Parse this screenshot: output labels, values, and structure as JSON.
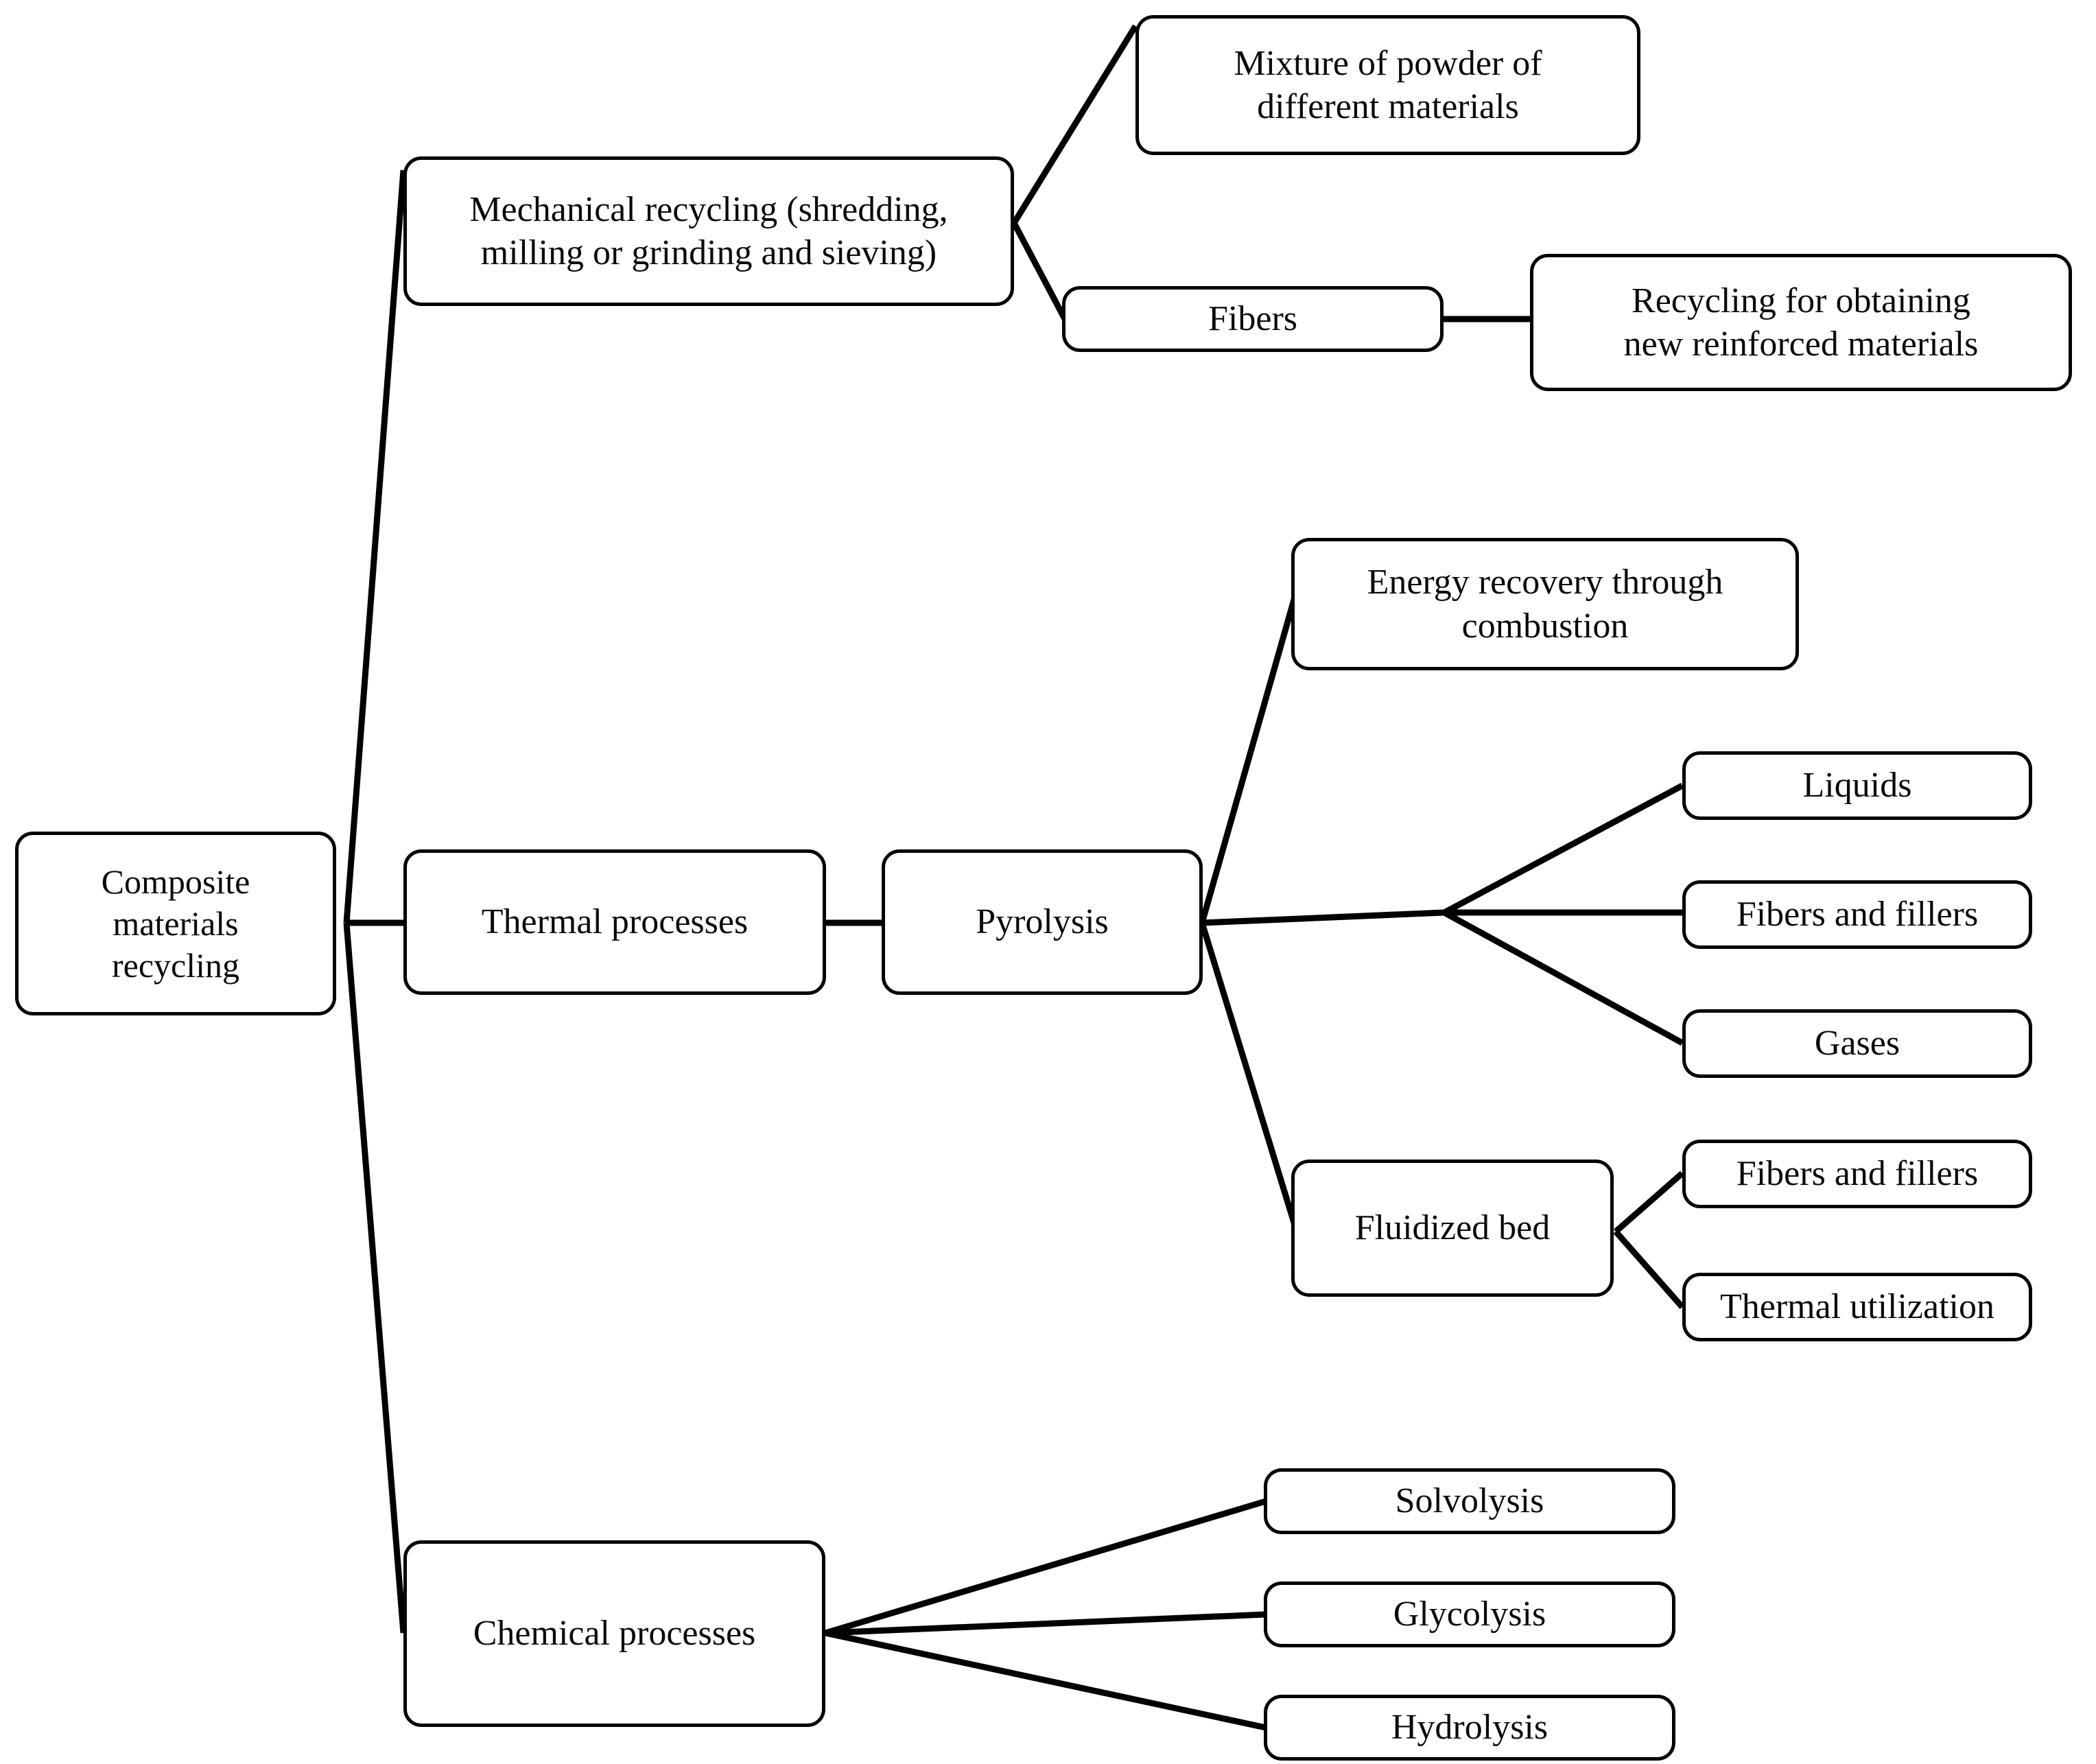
{
  "diagram": {
    "title": "Composite materials recycling",
    "type": "tree-flowchart",
    "style": {
      "box_fill": "#ffffff",
      "box_stroke": "#000000",
      "text_color": "#0a0a0a",
      "background": "#ffffff",
      "line_color": "#000000"
    },
    "nodes": {
      "root": {
        "label": "Composite\nmaterials\nrecycling"
      },
      "mechanical": {
        "label": "Mechanical recycling (shredding,\nmilling or grinding and sieving)"
      },
      "powder_mixture": {
        "label": "Mixture of powder of\ndifferent materials"
      },
      "fibers": {
        "label": "Fibers"
      },
      "recycling_reinforced": {
        "label": "Recycling for obtaining\nnew reinforced materials"
      },
      "thermal": {
        "label": "Thermal processes"
      },
      "pyrolysis": {
        "label": "Pyrolysis"
      },
      "energy_recovery": {
        "label": "Energy recovery through\ncombustion"
      },
      "liquids": {
        "label": "Liquids"
      },
      "fibers_fillers_pyro": {
        "label": "Fibers and fillers"
      },
      "gases": {
        "label": "Gases"
      },
      "fluidized_bed": {
        "label": "Fluidized bed"
      },
      "fibers_fillers_fluid": {
        "label": "Fibers and fillers"
      },
      "thermal_utilization": {
        "label": "Thermal utilization"
      },
      "chemical": {
        "label": "Chemical processes"
      },
      "solvolysis": {
        "label": "Solvolysis"
      },
      "glycolysis": {
        "label": "Glycolysis"
      },
      "hydrolysis": {
        "label": "Hydrolysis"
      }
    },
    "edges": [
      {
        "from": "root",
        "to": "mechanical"
      },
      {
        "from": "root",
        "to": "thermal"
      },
      {
        "from": "root",
        "to": "chemical"
      },
      {
        "from": "mechanical",
        "to": "powder_mixture"
      },
      {
        "from": "mechanical",
        "to": "fibers"
      },
      {
        "from": "fibers",
        "to": "recycling_reinforced"
      },
      {
        "from": "thermal",
        "to": "pyrolysis"
      },
      {
        "from": "pyrolysis",
        "to": "energy_recovery"
      },
      {
        "from": "pyrolysis",
        "to": "liquids"
      },
      {
        "from": "pyrolysis",
        "to": "fibers_fillers_pyro"
      },
      {
        "from": "pyrolysis",
        "to": "gases"
      },
      {
        "from": "pyrolysis",
        "to": "fluidized_bed"
      },
      {
        "from": "fluidized_bed",
        "to": "fibers_fillers_fluid"
      },
      {
        "from": "fluidized_bed",
        "to": "thermal_utilization"
      },
      {
        "from": "chemical",
        "to": "solvolysis"
      },
      {
        "from": "chemical",
        "to": "glycolysis"
      },
      {
        "from": "chemical",
        "to": "hydrolysis"
      }
    ]
  }
}
